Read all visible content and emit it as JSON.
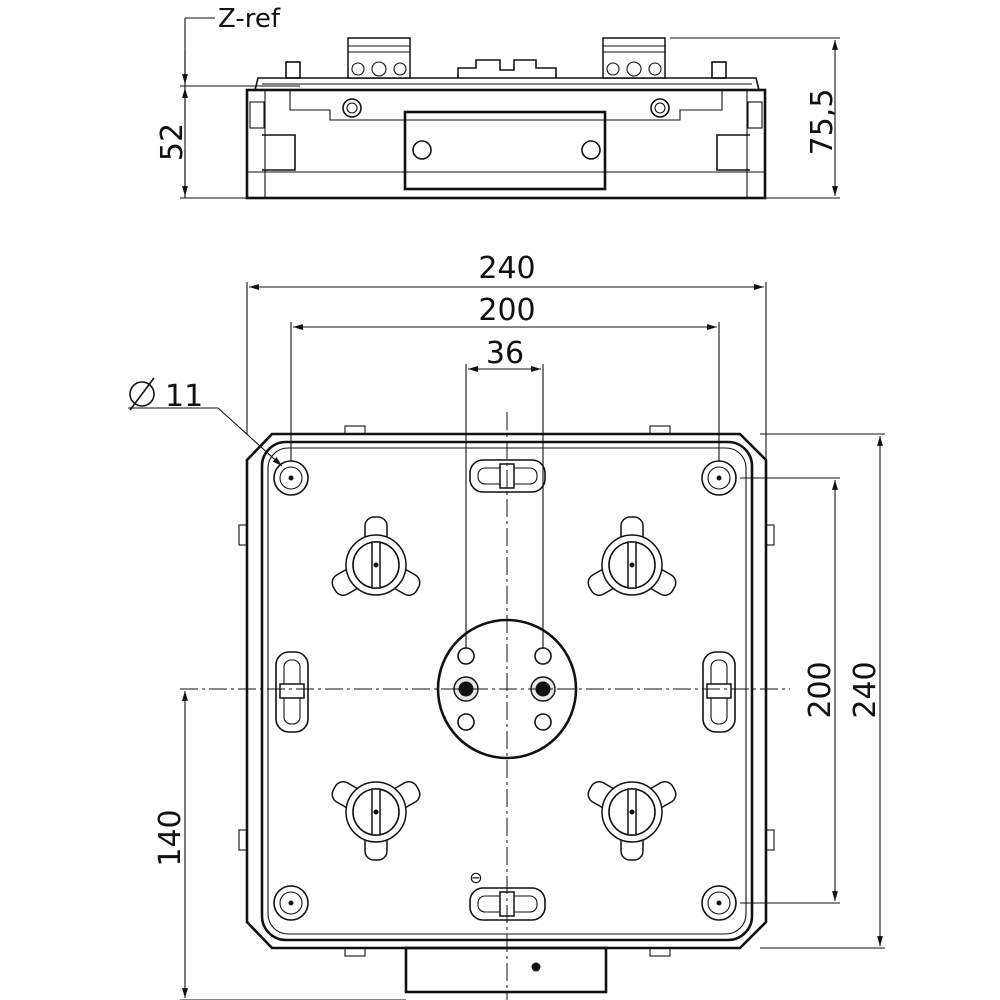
{
  "side_view": {
    "z_ref_label": "Z-ref",
    "height_52": "52",
    "height_75_5": "75,5"
  },
  "top_view": {
    "width_240": "240",
    "width_200": "200",
    "width_36": "36",
    "hole_diameter": "11",
    "height_200": "200",
    "height_240": "240",
    "offset_140": "140",
    "minus_symbol": "⊖"
  }
}
